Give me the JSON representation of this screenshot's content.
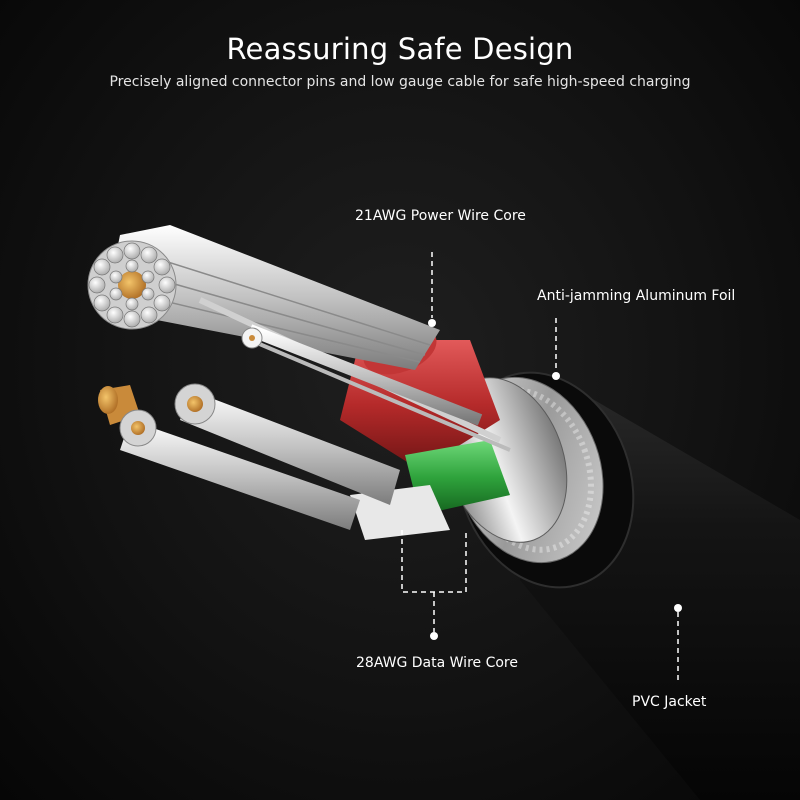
{
  "header": {
    "title": "Reassuring Safe Design",
    "subtitle": "Precisely aligned connector pins and low gauge cable for safe high-speed charging"
  },
  "callouts": {
    "power_core": "21AWG Power  Wire Core",
    "foil": "Anti-jamming Aluminum Foil",
    "data_core": "28AWG Data Wire Core",
    "jacket": "PVC Jacket"
  },
  "colors": {
    "background": "#121212",
    "red_insulation": "#b52a2a",
    "green_insulation": "#2fa33c",
    "copper": "#c98a3a",
    "jacket": "#0c0c0c"
  }
}
